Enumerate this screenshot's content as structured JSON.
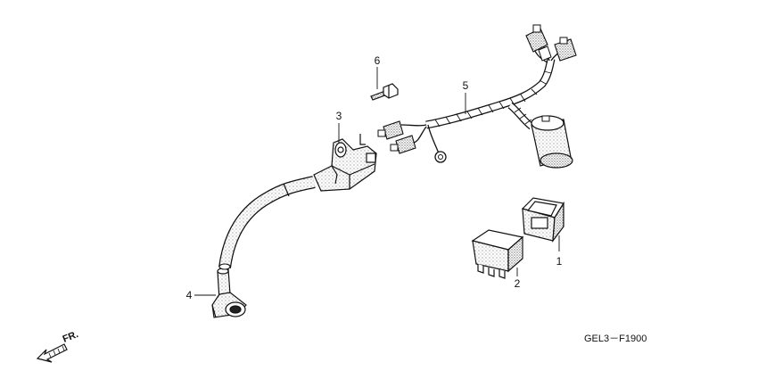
{
  "callouts": {
    "part1": "1",
    "part2": "2",
    "part3": "3",
    "part4": "4",
    "part5": "5",
    "part6": "6"
  },
  "direction_label": "FR.",
  "diagram_code": "GEL3－F1900",
  "colors": {
    "line": "#111111",
    "stipple": "#777777",
    "background": "#ffffff"
  },
  "icons": [
    "front-direction-arrow-icon"
  ]
}
